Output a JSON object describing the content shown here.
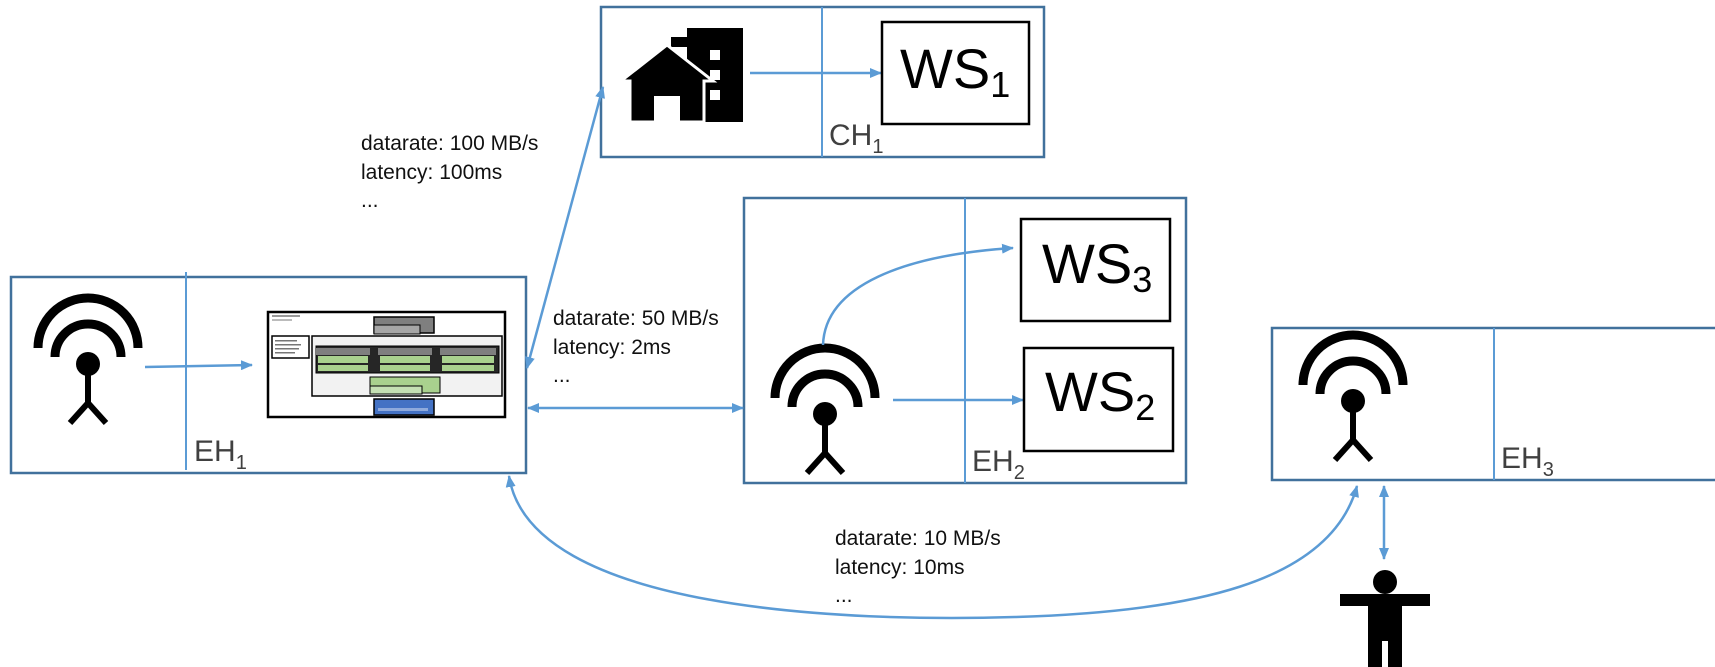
{
  "hosts": {
    "eh1": {
      "label": "EH",
      "sub": "1"
    },
    "ch1": {
      "label": "CH",
      "sub": "1"
    },
    "eh2": {
      "label": "EH",
      "sub": "2"
    },
    "eh3": {
      "label": "EH",
      "sub": "3"
    }
  },
  "workstations": {
    "ws1": {
      "label": "WS",
      "sub": "1"
    },
    "ws2": {
      "label": "WS",
      "sub": "2"
    },
    "ws3": {
      "label": "WS",
      "sub": "3"
    }
  },
  "links": {
    "eh1_ch1": {
      "datarate": "datarate: 100 MB/s",
      "latency": "latency: 100ms",
      "more": "..."
    },
    "eh1_eh2": {
      "datarate": "datarate: 50 MB/s",
      "latency": "latency: 2ms",
      "more": "..."
    },
    "eh1_eh3": {
      "datarate": "datarate: 10 MB/s",
      "latency": "latency: 10ms",
      "more": "..."
    }
  },
  "icons": {
    "antenna": "antenna-icon",
    "building": "house-building-icon",
    "person": "person-icon",
    "screenshot": "application-screenshot-thumbnail"
  },
  "colors": {
    "box_border": "#41719c",
    "arrow": "#5b9bd5",
    "text": "#111111"
  }
}
